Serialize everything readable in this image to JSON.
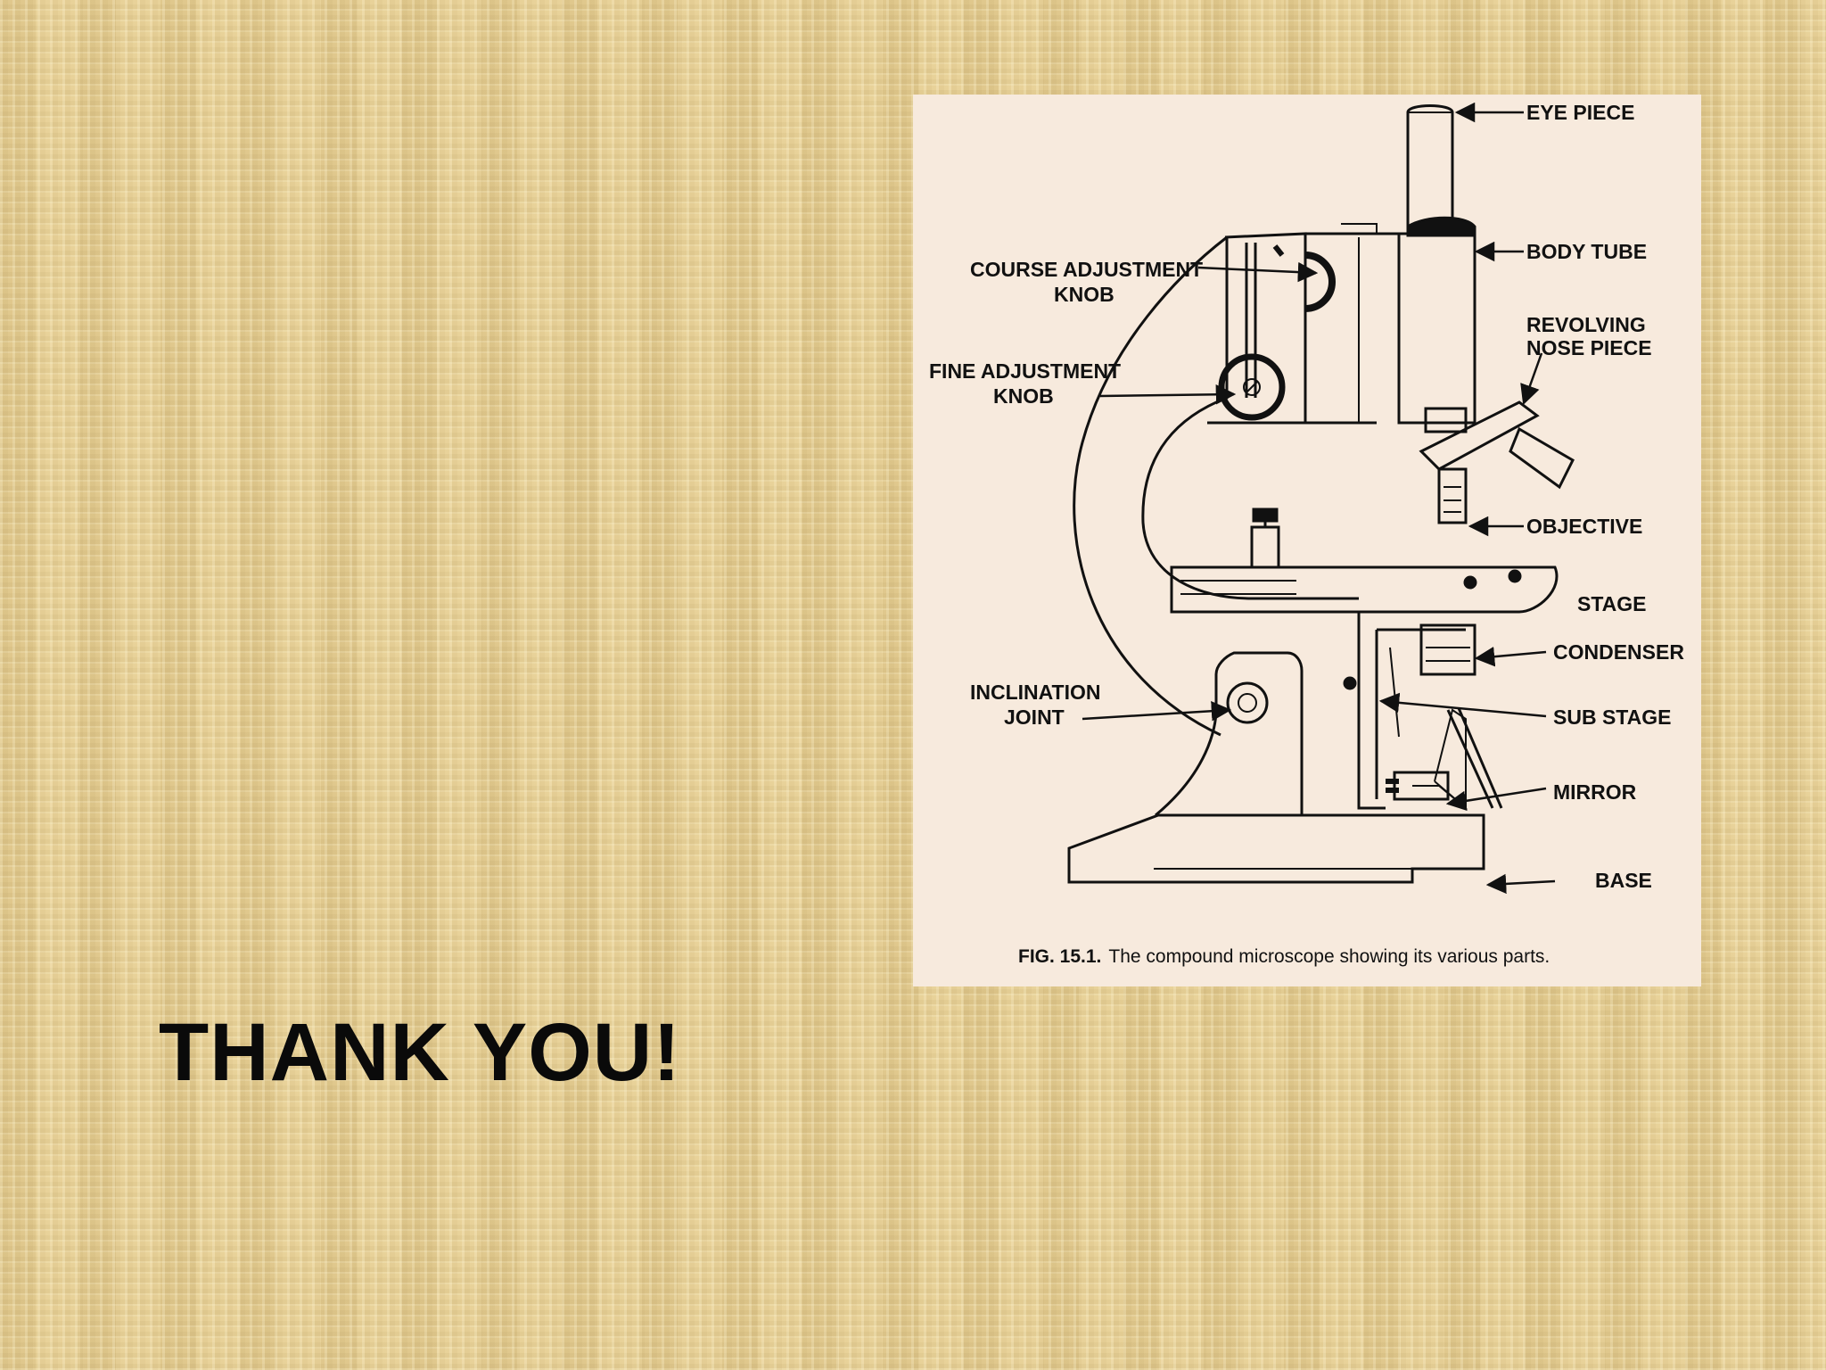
{
  "figure": {
    "labels": {
      "eye_piece": "EYE PIECE",
      "body_tube": "BODY TUBE",
      "revolving_line1": "REVOLVING",
      "revolving_line2": "NOSE PIECE",
      "course_line1": "COURSE ADJUSTMENT",
      "course_line2": "KNOB",
      "fine_line1": "FINE ADJUSTMENT",
      "fine_line2": "KNOB",
      "objective": "OBJECTIVE",
      "stage": "STAGE",
      "condenser": "CONDENSER",
      "inclination_line1": "INCLINATION",
      "inclination_line2": "JOINT",
      "sub_stage": "SUB STAGE",
      "mirror": "MIRROR",
      "base": "BASE"
    },
    "caption_bold": "FIG. 15.1.",
    "caption_text": "The compound microscope showing its various parts."
  },
  "slide": {
    "title": "THANK YOU!"
  }
}
